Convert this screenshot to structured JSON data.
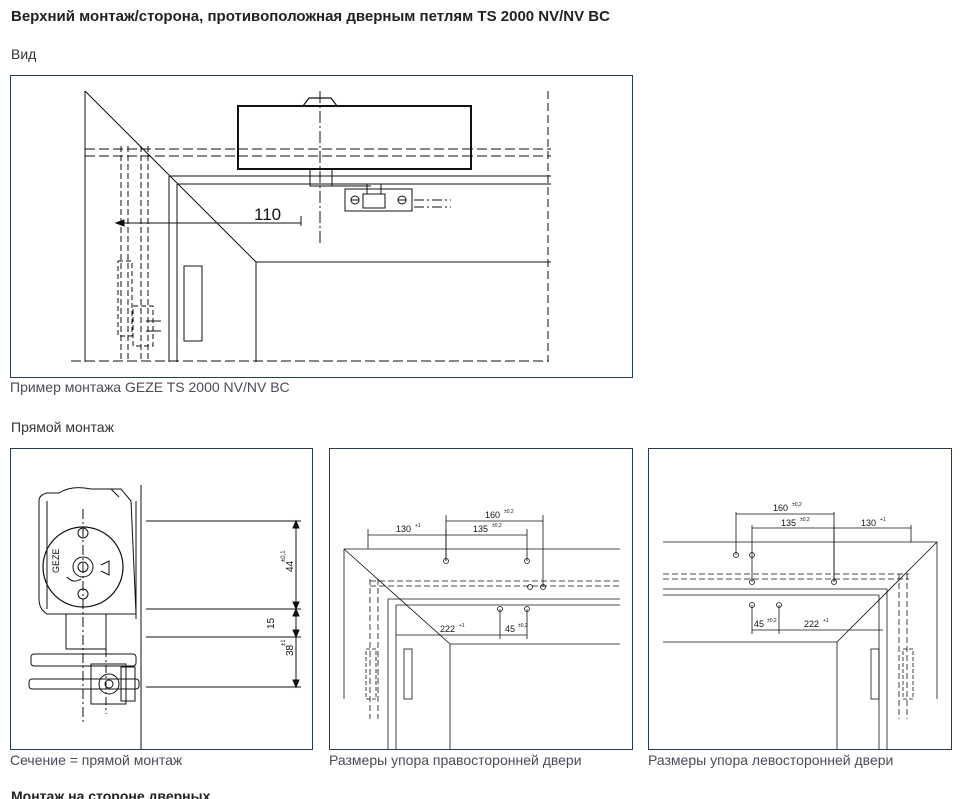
{
  "heading": "Верхний монтаж/сторона, противоположная дверным петлям TS 2000 NV/NV BC",
  "view_section": {
    "label": "Вид",
    "dimension": "110",
    "caption": "Пример монтажа GEZE TS 2000 NV/NV BC"
  },
  "direct_section": {
    "label": "Прямой монтаж",
    "panels": [
      {
        "caption": "Сечение = прямой монтаж",
        "dims": {
          "d44": "44",
          "d44_tol": "±0,1",
          "d15": "15",
          "d38": "38",
          "d38_tol": "±1"
        }
      },
      {
        "caption": "Размеры упора правосторонней двери",
        "dims": {
          "d130": "130",
          "d130_tol": "+1",
          "d160": "160",
          "d160_tol": "±0,2",
          "d135": "135",
          "d135_tol": "±0,2",
          "d222": "222",
          "d222_tol": "+1",
          "d45": "45",
          "d45_tol": "±0,2"
        }
      },
      {
        "caption": "Размеры упора левосторонней двери",
        "dims": {
          "d160": "160",
          "d160_tol": "±0,2",
          "d135": "135",
          "d135_tol": "±0,2",
          "d130": "130",
          "d130_tol": "+1",
          "d45": "45",
          "d45_tol": "±0,2",
          "d222": "222",
          "d222_tol": "+1"
        }
      }
    ]
  },
  "next_heading_partial": "Монтаж на стороне дверных петель"
}
